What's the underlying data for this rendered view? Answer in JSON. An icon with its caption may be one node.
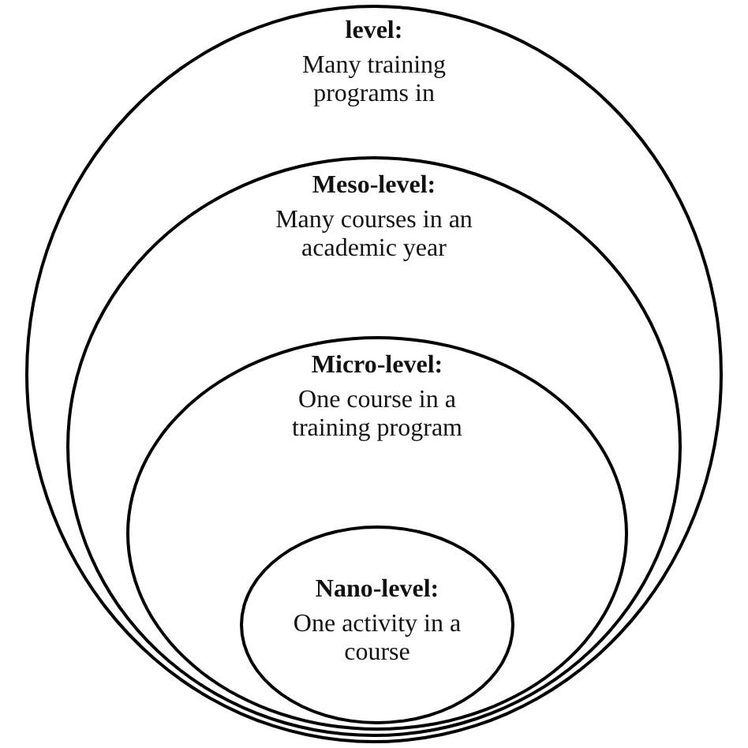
{
  "diagram": {
    "nodes": [
      {
        "text": [
          "level:",
          "Many training programs in"
        ]
      },
      {
        "text": [
          "Meso-level:",
          "Many courses in an academic year"
        ],
        "in": 0
      },
      {
        "text": [
          "Micro-level:",
          "One course in a training program"
        ],
        "in": 1
      },
      {
        "text": [
          "Nano-level:",
          "One activity in a course"
        ],
        "in": 2
      }
    ]
  }
}
